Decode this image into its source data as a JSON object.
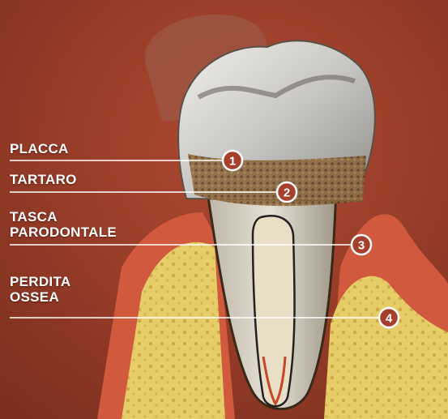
{
  "labels": [
    {
      "id": 1,
      "lines": [
        "PLACCA"
      ]
    },
    {
      "id": 2,
      "lines": [
        "TARTARO"
      ]
    },
    {
      "id": 3,
      "lines": [
        "TASCA",
        "PARODONTALE"
      ]
    },
    {
      "id": 4,
      "lines": [
        "PERDITA",
        "OSSEA"
      ]
    }
  ],
  "markers": [
    "1",
    "2",
    "3",
    "4"
  ],
  "colors": {
    "background": "#8e3a26",
    "gum": "#d15a3e",
    "bone": "#e8cf6a",
    "enamel": "#d8d6d2",
    "root": "#c8c2b6",
    "tartar": "#6b4a2a",
    "pulp": "#c8452a",
    "marker": "#a6402c",
    "leader_line": "#ffffff"
  }
}
